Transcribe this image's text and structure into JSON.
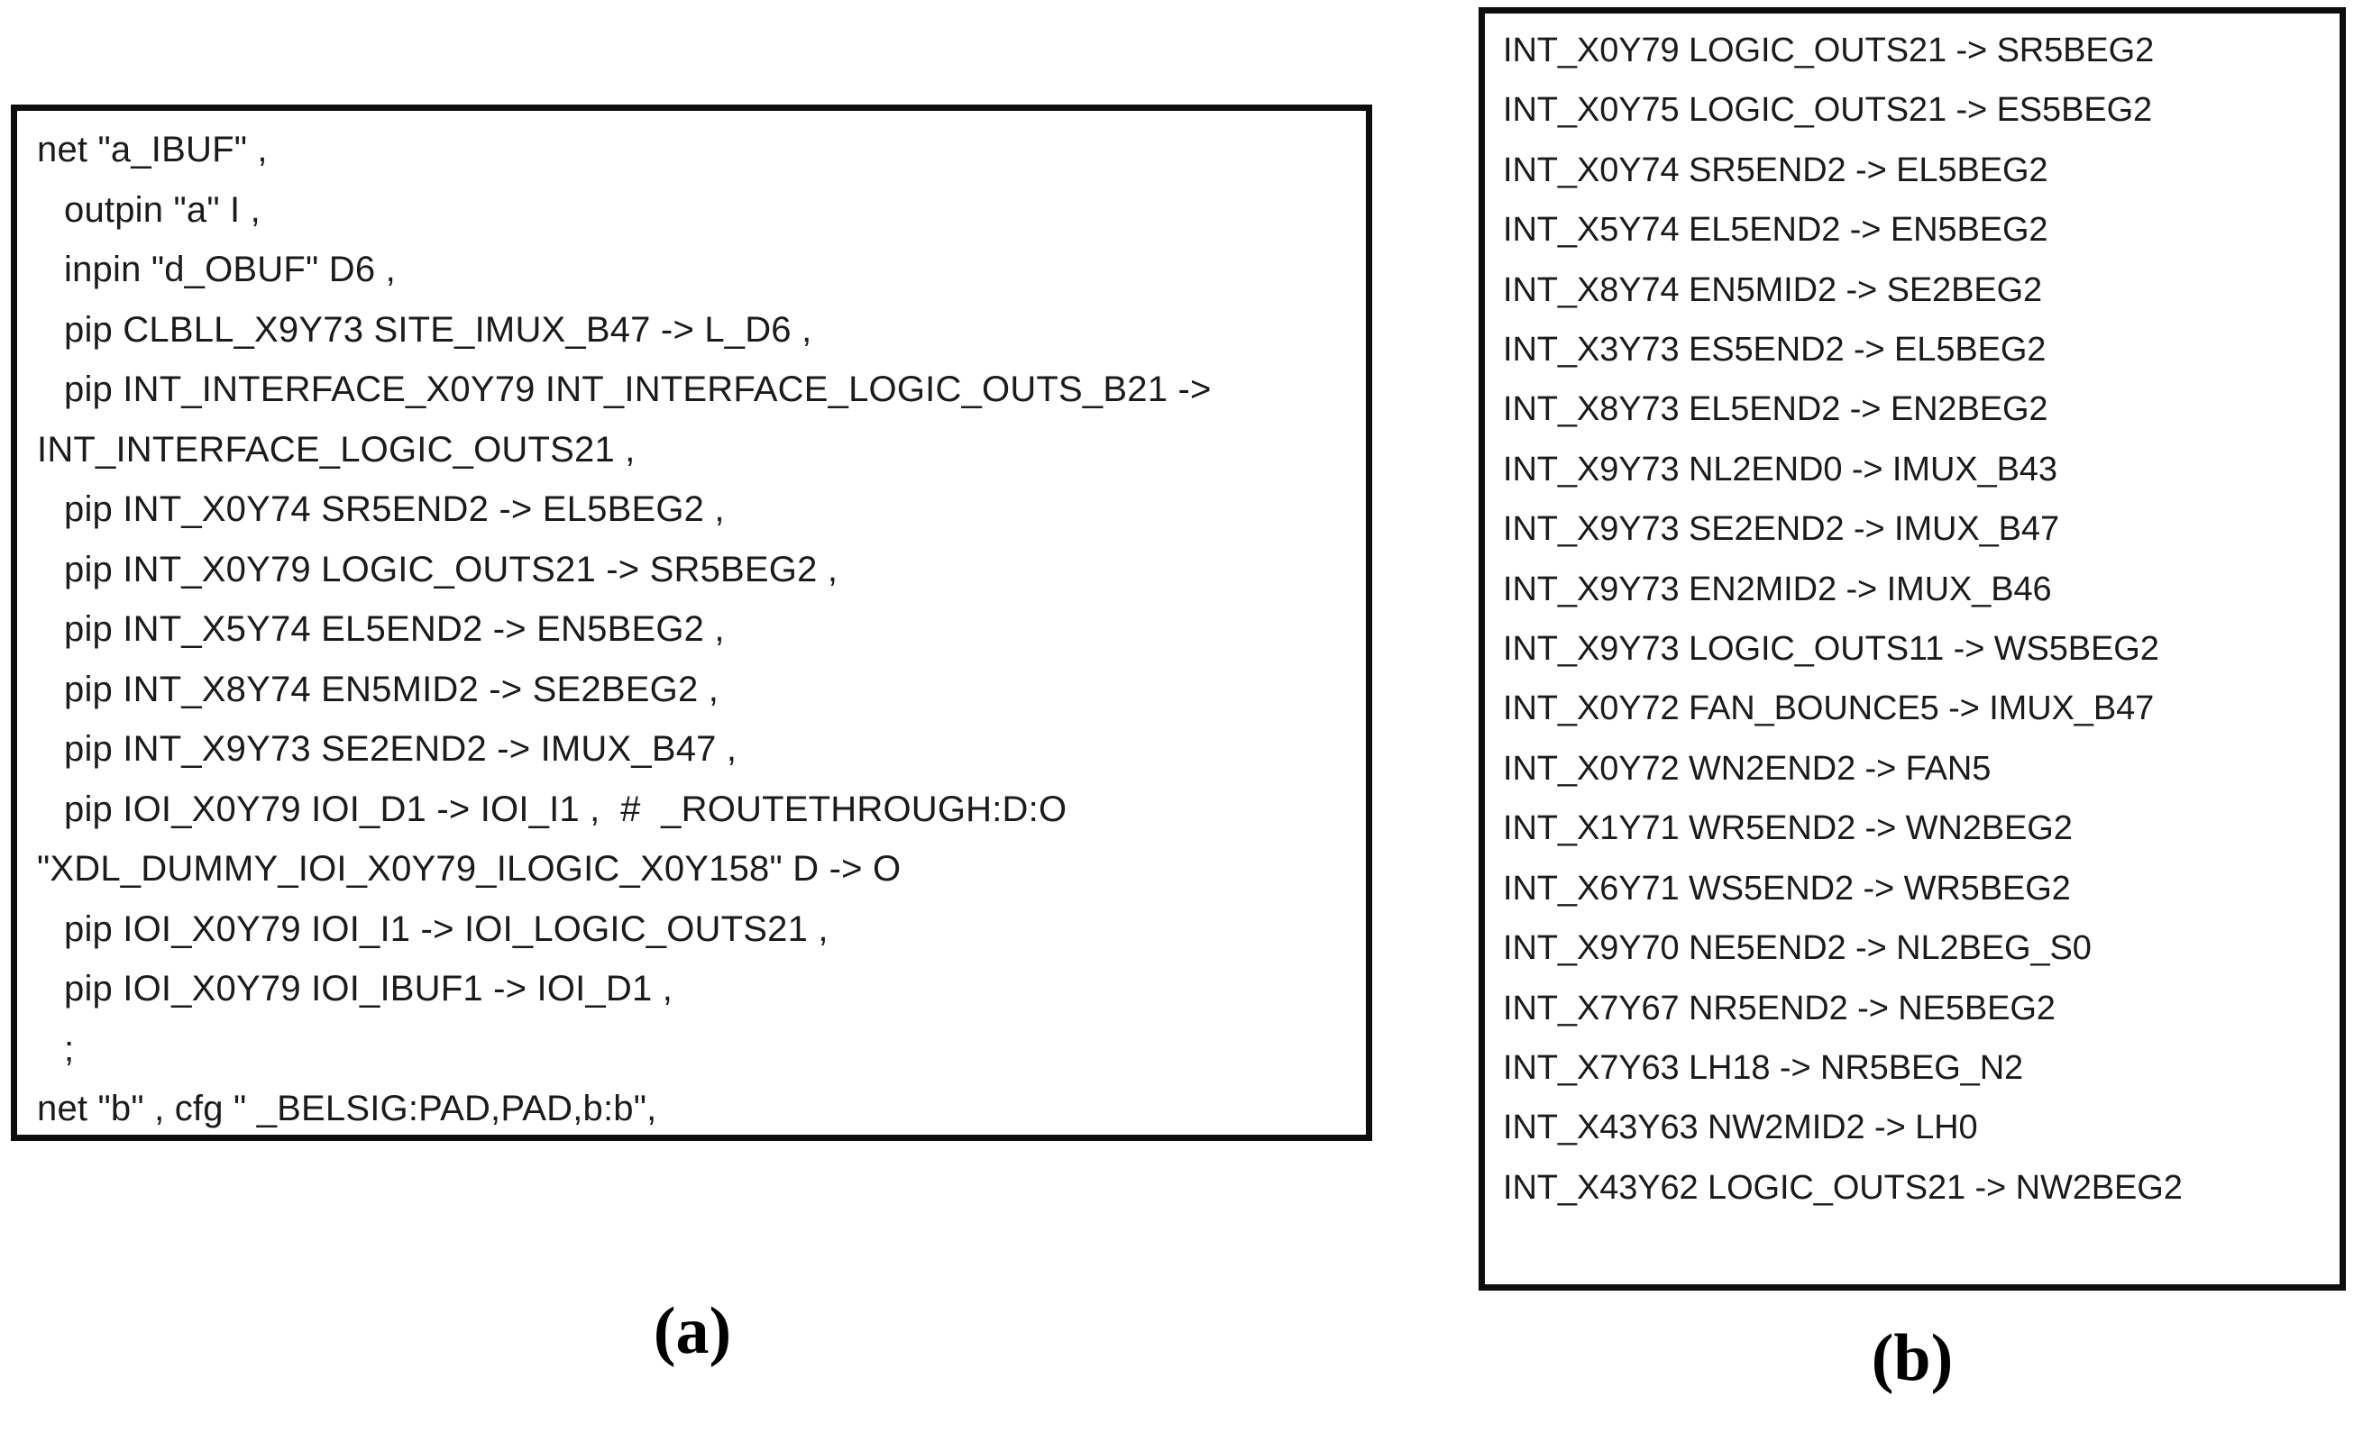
{
  "figure": {
    "panel_a": {
      "caption": "(a)",
      "lines": [
        {
          "text": "net \"a_IBUF\" ,",
          "indent": 0
        },
        {
          "text": "outpin \"a\" I ,",
          "indent": 1
        },
        {
          "text": "inpin \"d_OBUF\" D6 ,",
          "indent": 1
        },
        {
          "text": "pip CLBLL_X9Y73 SITE_IMUX_B47 -> L_D6 ,",
          "indent": 1
        },
        {
          "text": "pip INT_INTERFACE_X0Y79 INT_INTERFACE_LOGIC_OUTS_B21 ->",
          "indent": 1
        },
        {
          "text": "INT_INTERFACE_LOGIC_OUTS21 ,",
          "indent": 0
        },
        {
          "text": "pip INT_X0Y74 SR5END2 -> EL5BEG2 ,",
          "indent": 1
        },
        {
          "text": "pip INT_X0Y79 LOGIC_OUTS21 -> SR5BEG2 ,",
          "indent": 1
        },
        {
          "text": "pip INT_X5Y74 EL5END2 -> EN5BEG2 ,",
          "indent": 1
        },
        {
          "text": "pip INT_X8Y74 EN5MID2 -> SE2BEG2 ,",
          "indent": 1
        },
        {
          "text": "pip INT_X9Y73 SE2END2 -> IMUX_B47 ,",
          "indent": 1
        },
        {
          "text": "pip IOI_X0Y79 IOI_D1 -> IOI_I1 ,  #  _ROUTETHROUGH:D:O",
          "indent": 1
        },
        {
          "text": "\"XDL_DUMMY_IOI_X0Y79_ILOGIC_X0Y158\" D -> O",
          "indent": 0
        },
        {
          "text": "pip IOI_X0Y79 IOI_I1 -> IOI_LOGIC_OUTS21 ,",
          "indent": 1
        },
        {
          "text": "pip IOI_X0Y79 IOI_IBUF1 -> IOI_D1 ,",
          "indent": 1
        },
        {
          "text": ";",
          "indent": 1
        },
        {
          "text": "net \"b\" , cfg \" _BELSIG:PAD,PAD,b:b\",",
          "indent": 0
        }
      ]
    },
    "panel_b": {
      "caption": "(b)",
      "lines": [
        "INT_X0Y79 LOGIC_OUTS21 -> SR5BEG2",
        "INT_X0Y75 LOGIC_OUTS21 -> ES5BEG2",
        "INT_X0Y74 SR5END2 -> EL5BEG2",
        "INT_X5Y74 EL5END2 -> EN5BEG2",
        "INT_X8Y74 EN5MID2 -> SE2BEG2",
        "INT_X3Y73 ES5END2 -> EL5BEG2",
        "INT_X8Y73 EL5END2 -> EN2BEG2",
        "INT_X9Y73 NL2END0 -> IMUX_B43",
        "INT_X9Y73 SE2END2 -> IMUX_B47",
        "INT_X9Y73 EN2MID2 -> IMUX_B46",
        "INT_X9Y73 LOGIC_OUTS11 -> WS5BEG2",
        "INT_X0Y72 FAN_BOUNCE5 -> IMUX_B47",
        "INT_X0Y72 WN2END2 -> FAN5",
        "INT_X1Y71 WR5END2 -> WN2BEG2",
        "INT_X6Y71 WS5END2 -> WR5BEG2",
        "INT_X9Y70 NE5END2 -> NL2BEG_S0",
        "INT_X7Y67 NR5END2 -> NE5BEG2",
        "INT_X7Y63 LH18 -> NR5BEG_N2",
        "INT_X43Y63 NW2MID2 -> LH0",
        "INT_X43Y62 LOGIC_OUTS21 -> NW2BEG2"
      ]
    }
  },
  "colors": {
    "background": "#ffffff",
    "border": "#0d0d0d",
    "text": "#1b1b1b",
    "caption": "#000000"
  }
}
